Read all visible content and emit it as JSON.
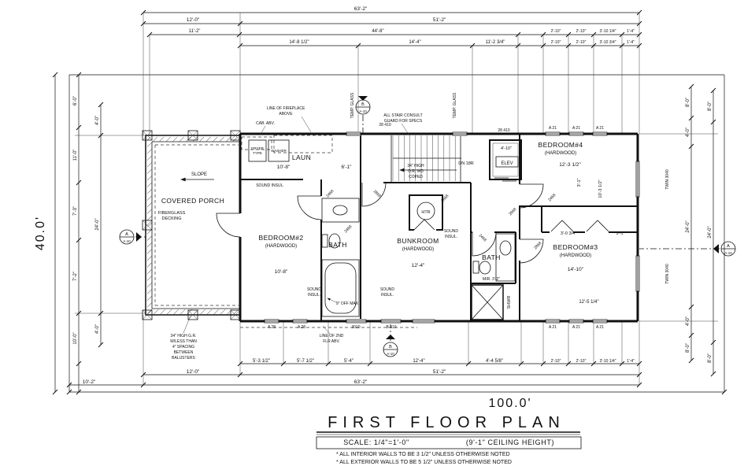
{
  "drawing": {
    "title": "FIRST FLOOR PLAN",
    "scale_label": "SCALE: 1/4\"=1'-0\"",
    "ceiling_label": "(9'-1\" CEILING HEIGHT)",
    "notes": [
      "* ALL INTERIOR WALLS TO BE 3 1/2\" UNLESS OTHERWISE NOTED",
      "* ALL EXTERIOR WALLS TO BE 5 1/2\" UNLESS OTHERWISE NOTED"
    ],
    "overall_width": "100.0'",
    "overall_height": "40.0'"
  },
  "rooms": {
    "covered_porch": {
      "name": "COVERED PORCH",
      "finish_1": "FIBERGLASS",
      "finish_2": "DECKING"
    },
    "bedroom2": {
      "name": "BEDROOM#2",
      "finish": "(HARDWOOD)",
      "dim": "10'-8\""
    },
    "bath1": {
      "name": "BATH"
    },
    "laundry": {
      "name": "LAUN",
      "dim": "10'-8\"",
      "dim2": "6'-1\""
    },
    "bunkroom": {
      "name": "BUNKROOM",
      "finish": "(HARDWOOD)",
      "dim": "12'-4\""
    },
    "bath2": {
      "name": "BATH"
    },
    "bedroom3": {
      "name": "BEDROOM#3",
      "finish": "(HARDWOOD)",
      "dim": "14'-10\"",
      "dim2": "12'-5 1/4\""
    },
    "bedroom4": {
      "name": "BEDROOM#4",
      "finish": "(HARDWOOD)",
      "dim": "12'-3 1/2\""
    },
    "elevator": {
      "name": "ELEV",
      "dim": "4'-10\""
    },
    "heater": {
      "name": "HTR"
    },
    "shower": {
      "name": "SHWR"
    }
  },
  "annotations": {
    "fireplace_1": "LINE OF FIREPLACE",
    "fireplace_2": "ABOVE",
    "cab_abv": "CAB. ABV.",
    "dryer_1": "DRYER",
    "dryer_2": "TYPE",
    "washer": "WASHER",
    "temp_glass": "TEMP. GLASS",
    "stair_note_1": "ALL STAIR CONSULT",
    "stair_note_2": "GUARD FOR SPECS",
    "dn": "DN 18R",
    "handrail_1": "34\" HIGH",
    "handrail_2": "O.R. WD",
    "handrail_3": "COPED",
    "sound_1": "SOUND INSUL.",
    "sound_a": "SOUND",
    "sound_b": "INSUL.",
    "slope": "SLOPE",
    "guardrail_1": "34\" HIGH G.R.",
    "guardrail_2": "W/LESS THAN",
    "guardrail_3": "4\" SPACING",
    "guardrail_4": "BETWEEN",
    "guardrail_5": "BALUSTERS",
    "second_flr_1": "LINE OF 2ND",
    "second_flr_2": "FLR ABV.",
    "tub_note": "9\" OFF MAX",
    "mirror": "MIR. 3'-2\""
  },
  "section_markers": {
    "a": "A",
    "b": "B",
    "sheet": "A-10"
  },
  "dims": {
    "top": [
      "63'-2\"",
      "12'-0\"",
      "51'-2\"",
      "11'-2\"",
      "44'-8\"",
      "14'-8 1/2\"",
      "14'-4\"",
      "11'-2 3/4\"",
      "2'-10\"",
      "2'-10\"",
      "3'-10 1/4\"",
      "1'-4\"",
      "2'-10\"",
      "2'-10\"",
      "3'-10 3/4\"",
      "1'-4\""
    ],
    "bottom": [
      "5'-3 1/2\"",
      "5'-7 1/2\"",
      "5'-4\"",
      "12'-4\"",
      "4'-4 5/8\"",
      "2'-10\"",
      "2'-10\"",
      "3'-10 1/4\"",
      "1'-4\"",
      "12'-0\"",
      "51'-2\"",
      "10'-2\"",
      "63'-2\""
    ],
    "left": [
      "6'-0\"",
      "11'-0\"",
      "7'-3\"",
      "7'-2\"",
      "10'-0\"",
      "4'-0\"",
      "24'-0\"",
      "4'-0\""
    ],
    "right": [
      "8'-0\"",
      "4'-0\"",
      "24'-0\"",
      "4'-0\"",
      "8'-0\"",
      "8'-0\"",
      "24'-0\"",
      "8'-0\""
    ],
    "interior": [
      "3'-0 3/4\"",
      "5'-1\"",
      "3'-1\"",
      "10'-3 1/2\""
    ]
  },
  "tags": {
    "a21": "A 21",
    "a28": "A 28",
    "w3010": "3010",
    "w8410": "B 410",
    "w28410": "28 410",
    "twin": "TWIN 3040",
    "d2468": "2468",
    "d2668": "2668",
    "d2868": "2868"
  }
}
